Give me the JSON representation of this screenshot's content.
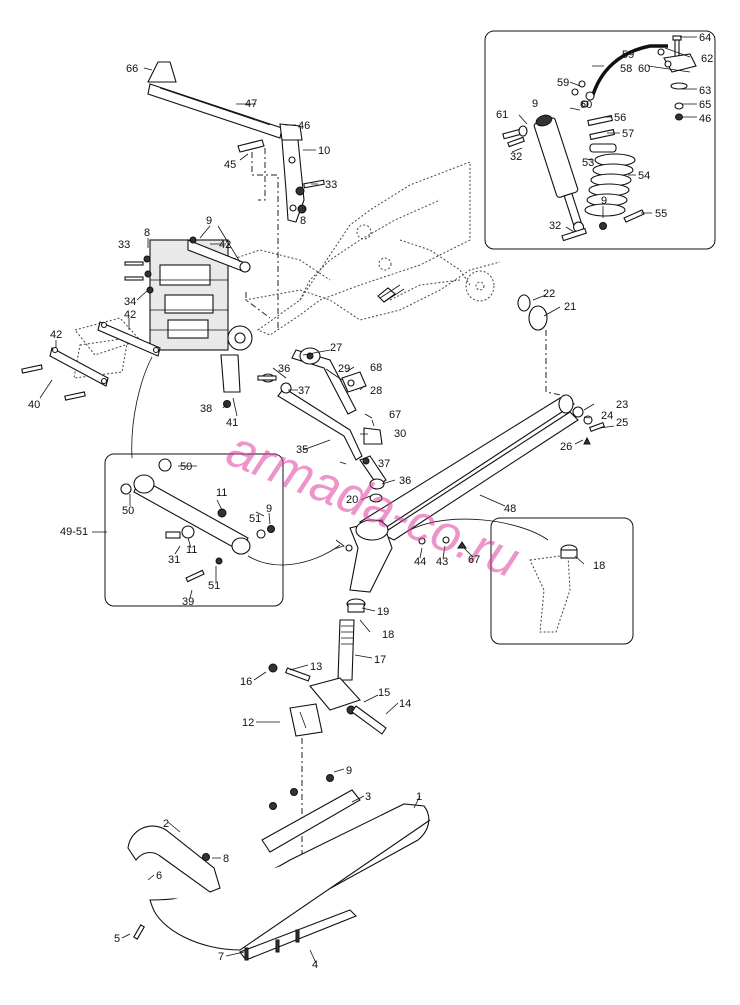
{
  "watermark": "armada-co.ru",
  "callouts": [
    {
      "id": "c64",
      "text": "64"
    },
    {
      "id": "c59a",
      "text": "59"
    },
    {
      "id": "c62",
      "text": "62"
    },
    {
      "id": "c58",
      "text": "58"
    },
    {
      "id": "c60a",
      "text": "60"
    },
    {
      "id": "c59b",
      "text": "59"
    },
    {
      "id": "c63",
      "text": "63"
    },
    {
      "id": "c65",
      "text": "65"
    },
    {
      "id": "c46a",
      "text": "46"
    },
    {
      "id": "c9a",
      "text": "9"
    },
    {
      "id": "c60b",
      "text": "60"
    },
    {
      "id": "c61",
      "text": "61"
    },
    {
      "id": "c56",
      "text": "56"
    },
    {
      "id": "c57",
      "text": "57"
    },
    {
      "id": "c53",
      "text": "53"
    },
    {
      "id": "c32a",
      "text": "32"
    },
    {
      "id": "c54",
      "text": "54"
    },
    {
      "id": "c9b",
      "text": "9"
    },
    {
      "id": "c55",
      "text": "55"
    },
    {
      "id": "c32b",
      "text": "32"
    },
    {
      "id": "c66",
      "text": "66"
    },
    {
      "id": "c47",
      "text": "47"
    },
    {
      "id": "c46b",
      "text": "46"
    },
    {
      "id": "c10",
      "text": "10"
    },
    {
      "id": "c45",
      "text": "45"
    },
    {
      "id": "c33a",
      "text": "33"
    },
    {
      "id": "c8a",
      "text": "8"
    },
    {
      "id": "c9c",
      "text": "9"
    },
    {
      "id": "c8b",
      "text": "8"
    },
    {
      "id": "c42a",
      "text": "42"
    },
    {
      "id": "c33b",
      "text": "33"
    },
    {
      "id": "c34",
      "text": "34"
    },
    {
      "id": "c42b",
      "text": "42"
    },
    {
      "id": "c42c",
      "text": "42"
    },
    {
      "id": "c40",
      "text": "40"
    },
    {
      "id": "c22",
      "text": "22"
    },
    {
      "id": "c21",
      "text": "21"
    },
    {
      "id": "c27",
      "text": "27"
    },
    {
      "id": "c29",
      "text": "29"
    },
    {
      "id": "c68",
      "text": "68"
    },
    {
      "id": "c36a",
      "text": "36"
    },
    {
      "id": "c37a",
      "text": "37"
    },
    {
      "id": "c28",
      "text": "28"
    },
    {
      "id": "c38",
      "text": "38"
    },
    {
      "id": "c41",
      "text": "41"
    },
    {
      "id": "c67a",
      "text": "67"
    },
    {
      "id": "c30",
      "text": "30"
    },
    {
      "id": "c35",
      "text": "35"
    },
    {
      "id": "c37b",
      "text": "37"
    },
    {
      "id": "c36b",
      "text": "36"
    },
    {
      "id": "c20",
      "text": "20"
    },
    {
      "id": "c23",
      "text": "23"
    },
    {
      "id": "c24",
      "text": "24"
    },
    {
      "id": "c25",
      "text": "25"
    },
    {
      "id": "c26",
      "text": "26"
    },
    {
      "id": "c48",
      "text": "48"
    },
    {
      "id": "c50a",
      "text": "50"
    },
    {
      "id": "c50b",
      "text": "50"
    },
    {
      "id": "c11a",
      "text": "11"
    },
    {
      "id": "c9d",
      "text": "9"
    },
    {
      "id": "c51a",
      "text": "51"
    },
    {
      "id": "c4951",
      "text": "49-51"
    },
    {
      "id": "c31",
      "text": "31"
    },
    {
      "id": "c11b",
      "text": "11"
    },
    {
      "id": "c51b",
      "text": "51"
    },
    {
      "id": "c39",
      "text": "39"
    },
    {
      "id": "c44",
      "text": "44"
    },
    {
      "id": "c43",
      "text": "43"
    },
    {
      "id": "c67b",
      "text": "67"
    },
    {
      "id": "c18a",
      "text": "18"
    },
    {
      "id": "c19",
      "text": "19"
    },
    {
      "id": "c18b",
      "text": "18"
    },
    {
      "id": "c17",
      "text": "17"
    },
    {
      "id": "c16",
      "text": "16"
    },
    {
      "id": "c13",
      "text": "13"
    },
    {
      "id": "c15",
      "text": "15"
    },
    {
      "id": "c14",
      "text": "14"
    },
    {
      "id": "c12",
      "text": "12"
    },
    {
      "id": "c9e",
      "text": "9"
    },
    {
      "id": "c3",
      "text": "3"
    },
    {
      "id": "c1",
      "text": "1"
    },
    {
      "id": "c2",
      "text": "2"
    },
    {
      "id": "c8c",
      "text": "8"
    },
    {
      "id": "c6",
      "text": "6"
    },
    {
      "id": "c5",
      "text": "5"
    },
    {
      "id": "c7",
      "text": "7"
    },
    {
      "id": "c4",
      "text": "4"
    }
  ]
}
